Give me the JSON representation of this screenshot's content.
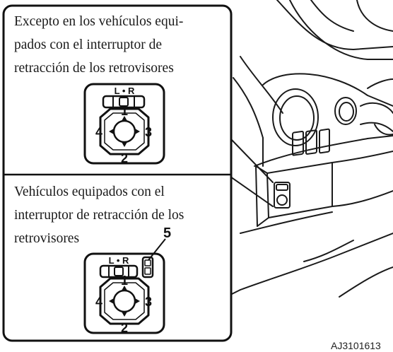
{
  "panel_top": {
    "caption_lines": [
      "Excepto en los vehículos equi-",
      "pados con el interruptor de",
      "retracción de los retrovisores"
    ],
    "switch": {
      "lr_label": "L • R",
      "markers": [
        "1",
        "2",
        "3",
        "4"
      ]
    }
  },
  "panel_bottom": {
    "caption_lines": [
      "Vehículos equipados con el",
      "interruptor de retracción de los",
      "retrovisores"
    ],
    "switch": {
      "lr_label": "L • R",
      "markers": [
        "1",
        "2",
        "3",
        "4"
      ],
      "callout": "5"
    }
  },
  "figure_code": "AJ3101613"
}
